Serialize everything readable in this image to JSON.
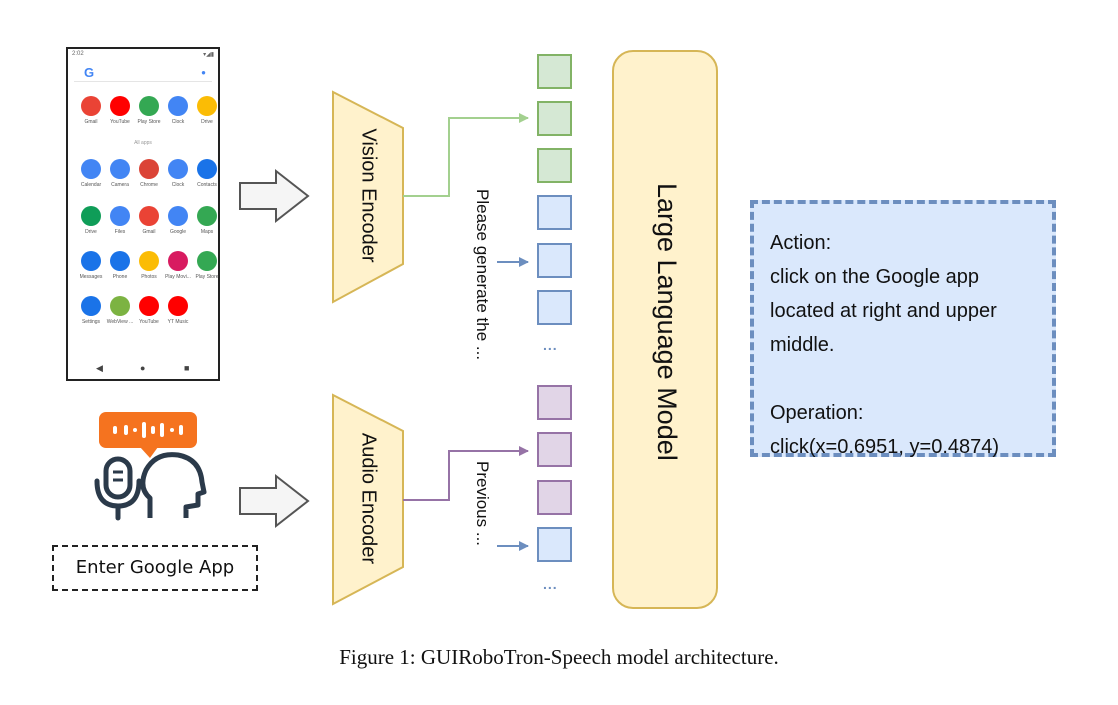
{
  "phone": {
    "status_time": "2:02",
    "search_logo": "G",
    "all_apps_label": "All apps",
    "top_row": [
      {
        "label": "Gmail",
        "icon": "gmail-icon",
        "color": "#ea4335"
      },
      {
        "label": "YouTube",
        "icon": "youtube-icon",
        "color": "#ff0000"
      },
      {
        "label": "Play Store",
        "icon": "play-store-icon",
        "color": "#34a853"
      },
      {
        "label": "Clock",
        "icon": "clock-icon",
        "color": "#4285f4"
      },
      {
        "label": "Drive",
        "icon": "drive-icon",
        "color": "#fbbc05"
      }
    ],
    "rows": [
      [
        {
          "label": "Calendar",
          "icon": "calendar-icon",
          "color": "#4285f4"
        },
        {
          "label": "Camera",
          "icon": "camera-icon",
          "color": "#4285f4"
        },
        {
          "label": "Chrome",
          "icon": "chrome-icon",
          "color": "#db4437"
        },
        {
          "label": "Clock",
          "icon": "clock-icon",
          "color": "#4285f4"
        },
        {
          "label": "Contacts",
          "icon": "contacts-icon",
          "color": "#1a73e8"
        }
      ],
      [
        {
          "label": "Drive",
          "icon": "drive-icon",
          "color": "#0f9d58"
        },
        {
          "label": "Files",
          "icon": "files-icon",
          "color": "#4285f4"
        },
        {
          "label": "Gmail",
          "icon": "gmail-icon",
          "color": "#ea4335"
        },
        {
          "label": "Google",
          "icon": "google-icon",
          "color": "#4285f4"
        },
        {
          "label": "Maps",
          "icon": "maps-icon",
          "color": "#34a853"
        }
      ],
      [
        {
          "label": "Messages",
          "icon": "messages-icon",
          "color": "#1a73e8"
        },
        {
          "label": "Phone",
          "icon": "phone-icon",
          "color": "#1a73e8"
        },
        {
          "label": "Photos",
          "icon": "photos-icon",
          "color": "#fbbc05"
        },
        {
          "label": "Play Movi...",
          "icon": "play-movies-icon",
          "color": "#d81b60"
        },
        {
          "label": "Play Store",
          "icon": "play-store-icon",
          "color": "#34a853"
        }
      ],
      [
        {
          "label": "Settings",
          "icon": "settings-icon",
          "color": "#1a73e8"
        },
        {
          "label": "WebView ...",
          "icon": "webview-icon",
          "color": "#7cb342"
        },
        {
          "label": "YouTube",
          "icon": "youtube-icon",
          "color": "#ff0000"
        },
        {
          "label": "YT Music",
          "icon": "yt-music-icon",
          "color": "#ff0000"
        }
      ]
    ],
    "nav": {
      "back": "◀",
      "home": "●",
      "recents": "■"
    }
  },
  "encoders": {
    "vision": "Vision Encoder",
    "audio": "Audio Encoder"
  },
  "prompts": {
    "text_prompt": "Please generate the ...",
    "history_prompt": "Previous ..."
  },
  "tokens": {
    "ellipsis_1": "...",
    "ellipsis_2": "..."
  },
  "llm": {
    "label": "Large Language Model"
  },
  "output": {
    "action_heading": "Action:",
    "action_lines": [
      "click on the Google app",
      "located at right and upper",
      "middle."
    ],
    "operation_heading": "Operation:",
    "operation_value": "click(x=0.6951, y=0.4874)"
  },
  "speech": {
    "utterance": "Enter Google App"
  },
  "caption": "Figure 1: GUIRoboTron-Speech model architecture.",
  "colors": {
    "encoder_fill": "#fff2cc",
    "encoder_stroke": "#d6b656",
    "green_fill": "#d5e8d4",
    "green_stroke": "#82b366",
    "blue_fill": "#dae8fc",
    "blue_stroke": "#6c8ebf",
    "purple_fill": "#e1d5e7",
    "purple_stroke": "#9673a6",
    "speech_orange": "#f5731f",
    "speech_dark": "#2b3a4a"
  }
}
